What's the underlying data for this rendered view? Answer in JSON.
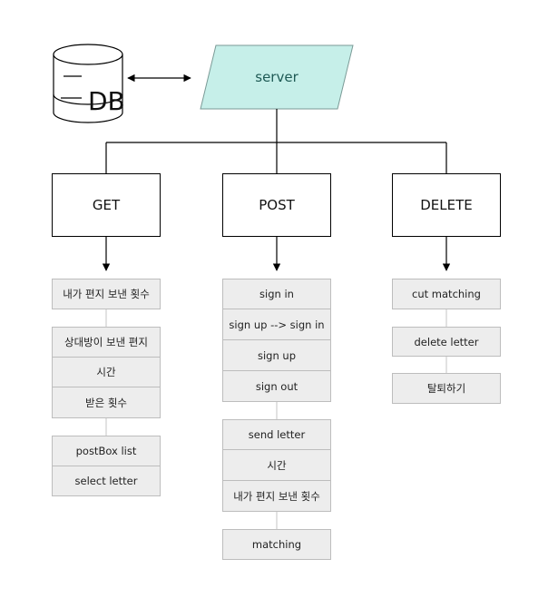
{
  "db": {
    "label": "DB"
  },
  "server": {
    "label": "server"
  },
  "methods": {
    "get": {
      "label": "GET",
      "groups": [
        [
          "내가 편지 보낸 횟수"
        ],
        [
          "상대방이 보낸 편지",
          "시간",
          "받은 횟수"
        ],
        [
          "postBox list",
          "select letter"
        ]
      ]
    },
    "post": {
      "label": "POST",
      "groups": [
        [
          "sign in",
          "sign up --> sign in",
          "sign up",
          "sign out"
        ],
        [
          "send letter",
          "시간",
          "내가 편지 보낸 횟수"
        ],
        [
          "matching"
        ]
      ]
    },
    "delete": {
      "label": "DELETE",
      "groups": [
        [
          "cut matching"
        ],
        [
          "delete letter"
        ],
        [
          "탈퇴하기"
        ]
      ]
    }
  }
}
